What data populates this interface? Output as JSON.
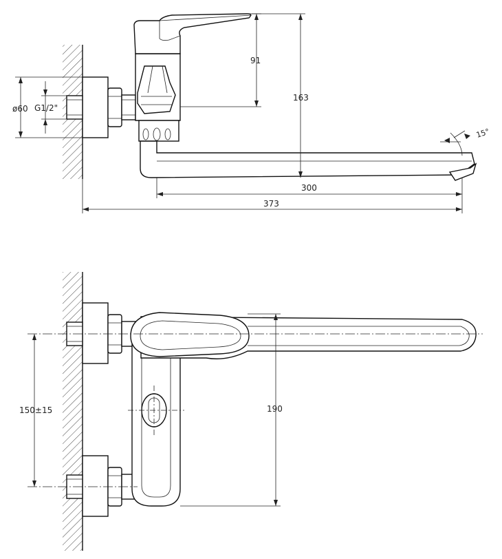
{
  "top_view": {
    "dim_diameter": "ø60",
    "dim_thread": "G1/2\"",
    "dim_height_lever": "91",
    "dim_height_total": "163",
    "dim_spout_length": "300",
    "dim_total_length": "373",
    "dim_angle": "15°"
  },
  "front_view": {
    "dim_center_distance": "150±15",
    "dim_width": "190"
  }
}
